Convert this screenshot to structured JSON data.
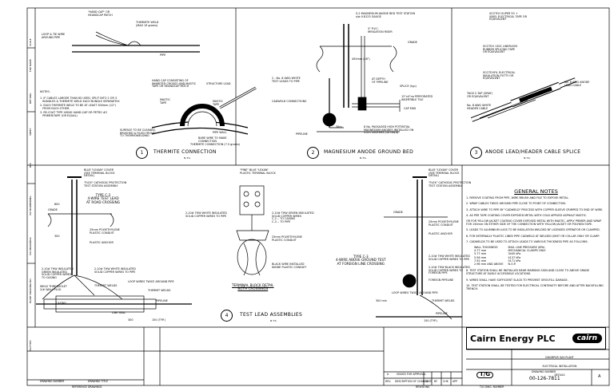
{
  "company": {
    "name": "Cairn Energy PLC",
    "logo_text": "cairn"
  },
  "project": {
    "line1": "DHUMPUR GAS PLANT",
    "line2": "ELECTRICAL INSTALLATION",
    "line3": "DETAILS"
  },
  "drawing_no": "00-126-7811",
  "rev": "A",
  "nts": "N.T.S.",
  "sections": [
    {
      "num": "1",
      "title": "THERMITE CONNECTION"
    },
    {
      "num": "2",
      "title": "MAGNESIUM ANODE GROUND BED"
    },
    {
      "num": "3",
      "title": "ANODE LEAD/HEADER CABLE SPLICE"
    },
    {
      "num": "4",
      "title": "TEST LEAD ASSEMBLIES"
    }
  ],
  "thermite": {
    "labels": [
      "\"HAND CAP\" OR\nHEANDCAP PATCH",
      "THERMITE WELD\n(MAX 19 grams)",
      "LOOP & TIE WIRE\nAROUND PIPE",
      "PIPE",
      "HAND CAP CONSISTING OF\nINHIBITED CROSSO AND MASTIC\nTAPE OR HEANDCAP PATCH",
      "STRUCTURE LEAD",
      "MASTIC\nTAPE",
      "MASTIC\nTAPE",
      "PIPE WALL",
      "BARE WIRE TO MAKE\nCONNECTION",
      "SURFACE TO BE CLEANED,\nBRUSHED & FILED FRONT\nTO THERMOWELDING",
      "THERMITE CONNECTION (7.5 grams)"
    ],
    "notes_title": "NOTES:",
    "notes": [
      "1. IF CABLES LARGER THAN 6S USED, SPLIT INTO 2 OR 3\n   BUNDLES & THERMITE WELD EACH BUNDLE SEPARATELY.",
      "2. EACH THERMITE WELD TO BE AT LEAST 300mm (12\")\n   FROM EACH OTHER.",
      "3. RE-COAT TYPE USING HAND-CAP OR PETRO #2\n   PRIMER/TAPE (OR EQUAL)"
    ]
  },
  "anode_bed": {
    "labels": [
      "S-2 MAGNESIUM ANODE BED TEST STATION\ns/w 0.8125 GAUGE",
      "3\" P.V.C.\nIRRIGATION RISER",
      "GRADE",
      "450mm (18\")",
      "2 - No. 8 AWG WHITE\nTEST LEADS TO PIPE",
      "AT DEPTH\nOF PIPELINE",
      "SPLICE (typ)",
      "CADWELD CONNECTIONS",
      "12\"x4\"no PERFORATED\nINSERTIBLE TILE",
      "CAP END",
      "PIPELINE",
      "30m",
      "8 No. PACKAGED HIGH POTENTIAL\nMAGNESIUM ANODES INSTALLED ON\n3.0m CENTERS (10 req'd)"
    ]
  },
  "splice": {
    "labels": [
      "SCOTCH SUPER 33 +\nVINYL ELECTRICAL TAPE OR\nEQUIVALENT",
      "SCOTCH 130C LINERLESS\nRUBBER SPLICING TAPE\nOR EQUIVALENT",
      "SCOTCHFIL ELECTRICAL\nINSULATION PUTTY OR\nEQUIVALENT",
      "No. 8 AWG ANODE\nLEAD CABLE",
      "TAGS C-TAP (GRAY)\nOR EQUIVALENT",
      "No. 8 AWG WHITE\nHEADER CABLE"
    ]
  },
  "test_leads": {
    "labels": [
      "BLUE \"LEXAN\" COVER\n(SEE TERMINAL BLOCK\nDETAIL)",
      "\"FLEX\" CATHODIC PROTECTION\nTEST STATION ASSEMBLY",
      "TYPE C-2\n4-WIRE TEST LEAD\nAT ROAD CROSSING",
      "800",
      "GRADE",
      "300",
      "25mm POLYETHYLENE\nPLASTIC CONDUIT",
      "PLASTIC ANCHOR",
      "2-10# THW INSULATED\nGREEN INSULATED\nSOLID COPPER WIRES\nTO CASING",
      "2-10# THW WHITE INSULATED\nSOLID COPPER WIRES TO PIPE",
      "WELD THREADOLET\n2/# WALL PLUG",
      "THERMIT WELDS",
      "LOOP WIRES TWICE AROUND PIPE",
      "CASING",
      "THERMIT WELDS",
      "PIPELINE",
      "LINE SEAL",
      "300",
      "150 (TYP.)",
      "\"PINE\" BLUE \"LEXAN\"\nPLASTIC TERMINAL BLOCK",
      "2-10# THW WHITE INSULATED\nSOLID COPPER WIRES TO PIPE",
      "2-10# THW GREEN INSULATED\nSOLID COPPER WIRES\nC-2 -- TO CASING\nC-3 -- TO PIPE",
      "25mm POLYETHYLENE\nPLASTIC CONDUIT",
      "BLACK WIRE INSTALLED\nINSIDE PLASTIC CONDUIT",
      "TERMINAL BLOCK DETAIL\nBOTH CROSSINGS",
      "BLUE \"LEXAN\" COVER\n(SEE TERMINAL BLOCK\nDETAIL)",
      "\"FLEX\" CATHODIC PROTECTION\nTEST STATION ASSEMBLY",
      "GRADE",
      "25mm POLYETHYLENE\nPLASTIC CONDUIT",
      "PLASTIC ANCHOR",
      "TYPE C-3\n4-WIRE ABOVE GROUND TEST\nAT FOREIGN LINE CROSSING",
      "2-10# THW WHITE INSULATED\nSOLID COPPER WIRES TO PIPE",
      "2-10# THW BLACK INSULATED\nSOLID COPPER WIRES TO\nFOREIGN PIPE",
      "FOREIGN PIPELINE",
      "LOOP WIRES TWICE AROUND PIPE",
      "THERMIT WELDS",
      "300 min",
      "PIPELINE",
      "150 (TYP.)"
    ]
  },
  "general_notes": {
    "title": "GENERAL NOTES",
    "items": [
      "1. REMOVE COATING FROM PIPE, WIRE BRUSH AND FILE TO EXPOSE METAL.",
      "2. WRAP CABLES TWICE AROUND PIPE CLOSE TO POINT OF CONNECTION.",
      "3. ATTACH WIRE TO PIPE BY \"CADWELD\" PROCESS WITH COPPER SLEEVE CRIMPED TO END OF WIRE.",
      "4. AS PER TAPE COATING COVER EXPOSED METAL WITH COLD APPLIED ASPHALT MASTIC.",
      "   OR FOR YELLOW JACKET COATING COVER EXPOSED METAL WITH MASTIC. APPLY PRIMER AND WRAP FOR 150mm ON EITHER SIDE OF THE CONNECTION WITH YELLOW JACKET OR POLYKEN TAPE.",
      "5. LEADS TO ALUMINIUM LUGS TO BE INSULATION WELDED BY LICENSED OPERATOR OR CLAMPED.",
      "6. FOR INTERNALLY PLASTIC LINED PIPE CADWELD AT WELDED JOINT OR COLLAR ONLY OR CLAMP.",
      "7. CADWELDS TO BE USED TO ATTACH LEADS TO VARIOUS THICKNESS PIPE AS FOLLOWS:"
    ],
    "table_header": [
      "WALL THICKNESS",
      "MAX. LINE PRESSURE (KPa)"
    ],
    "table_rows": [
      [
        "4.77 mm",
        "MECHANICAL CLAMPS ONLY"
      ],
      [
        "5.77 mm",
        "3445 kPa"
      ],
      [
        "5.56 mm",
        "4137 kPa"
      ],
      [
        "7.92 mm",
        "5171 kPa"
      ],
      [
        "2.96 mm AND ABOVE",
        "N.O.P."
      ]
    ],
    "items2": [
      "8. TEST STATION SHALL BE INSTALLED NEAR MARKING SIGN AND CLOSE TO ABOVE GRADE STRUCTURE AT EASILY ACCESSIBLE LOCATIONS.",
      "9. WIRES SHALL HAVE SUFFICIENT SLACK TO PREVENT GROUTILL DAMAGE.",
      "10. TEST STATION SHALL BE TESTED FOR ELECTRICAL CONTINUITY BEFORE AND AFTER BACKFILLING TRENCH."
    ]
  },
  "title_block": {
    "ref_cols": [
      "DRAWING NUMBER",
      "DRAWING TITLE"
    ],
    "ref_footer": "REFERENCE DRAWINGS",
    "rev_cols": [
      "REV.",
      "DESCRIPTION OF CHANGE",
      "DATE",
      "BY",
      "CHK",
      "APP"
    ],
    "rev_row": [
      "A",
      "ISSUED FOR APPROVAL"
    ],
    "revisions_label": "REVISIONS",
    "tag": "T/G",
    "drawing_number_label": "DRAWING NUMBER",
    "footer": "T/G DWG. NUMBER"
  },
  "side_labels": [
    "SCALE",
    "FILE NAME",
    "REF DRG",
    "SHEET",
    "REV",
    "ISO NUMBERING",
    "ISO DRAWINGS",
    "PLANT DRAWING NO.",
    "PLOTTED"
  ]
}
